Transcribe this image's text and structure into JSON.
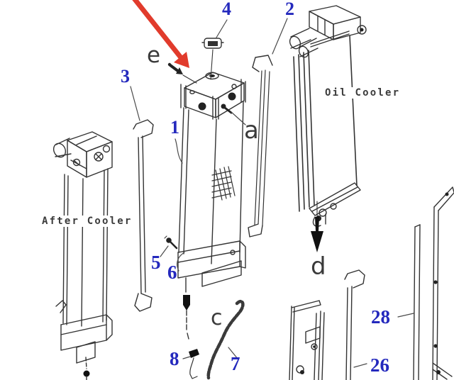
{
  "meta": {
    "description": "Exploded parts diagram of cooling assembly (radiator, after cooler, oil cooler)",
    "colors": {
      "callout_number": "#2429bd",
      "pointer_arrow": "#e13b2c",
      "line_art": "#333333",
      "index_letter": "#3a3a3a",
      "background": "#ffffff"
    }
  },
  "labels": {
    "after_cooler": "After Cooler",
    "oil_cooler": "Oil Cooler"
  },
  "part_numbers": {
    "c1": "1",
    "c2": "2",
    "c3": "3",
    "c4": "4",
    "c5": "5",
    "c6": "6",
    "c7": "7",
    "c8": "8",
    "c26": "26",
    "c28": "28"
  },
  "index_letters": {
    "e": "e",
    "a": "a",
    "c": "c",
    "d": "d"
  },
  "icons": {
    "pointer": "red-arrow-icon",
    "flow_marker": "black-down-arrow-icon"
  }
}
